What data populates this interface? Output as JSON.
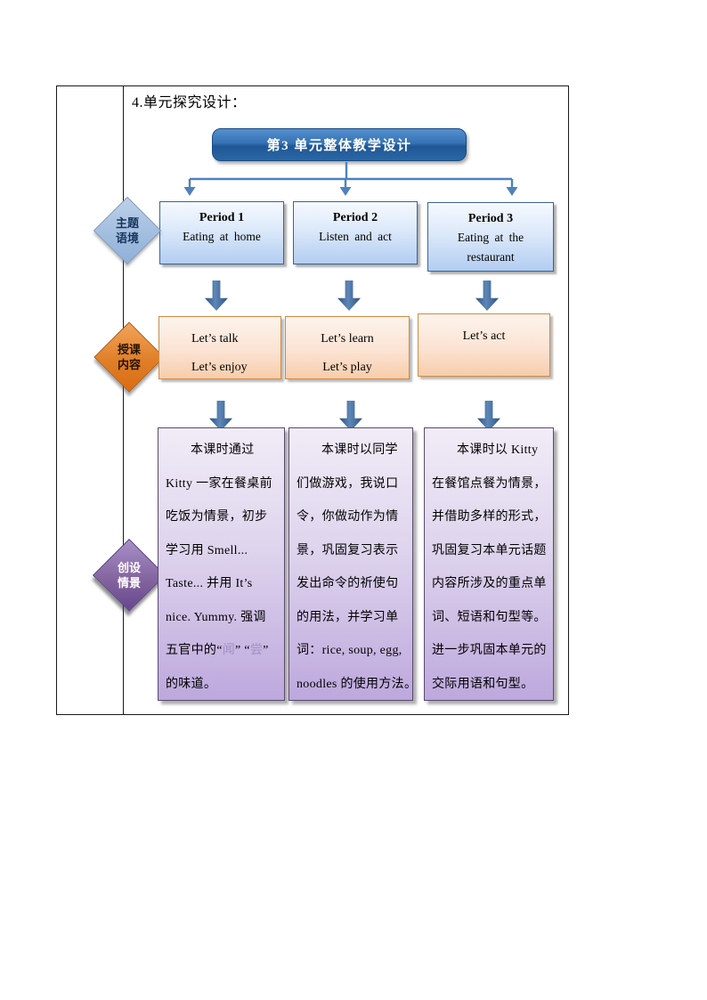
{
  "page": {
    "heading": "4.单元探究设计："
  },
  "flowchart": {
    "title": "第3 单元整体教学设计",
    "stages": [
      {
        "line1": "主题",
        "line2": "语境"
      },
      {
        "line1": "授课",
        "line2": "内容"
      },
      {
        "line1": "创设",
        "line2": "情景"
      }
    ],
    "periods": [
      {
        "title": "Period 1",
        "line1": "Eating at home"
      },
      {
        "title": "Period 2",
        "line1": "Listen and act"
      },
      {
        "title": "Period 3",
        "line1": "Eating at the",
        "line2": "restaurant"
      }
    ],
    "contents": [
      {
        "line1": "Let’s talk",
        "line2": "Let’s enjoy"
      },
      {
        "line1": "Let’s learn",
        "line2": "Let’s play"
      },
      {
        "line1": "Let’s act"
      }
    ],
    "descriptions": [
      {
        "lines": [
          "本课时通过",
          "Kitty 一家在餐桌前",
          "吃饭为情景，初步",
          "学习用 Smell...",
          "Taste... 并用 It’s",
          "nice. Yummy.  强调"
        ],
        "quoted_line": {
          "prefix": "五官中的“",
          "word1": "闻",
          "mid": "” “",
          "word2": "尝",
          "suffix": "”"
        },
        "last_line": "的味道。"
      },
      {
        "lines": [
          "本课时以同学",
          "们做游戏，我说口",
          "令，你做动作为情",
          "景，巩固复习表示",
          "发出命令的祈使句",
          "的用法，并学习单",
          "词：rice, soup, egg,",
          "noodles 的使用方法。"
        ]
      },
      {
        "lines": [
          "本课时以 Kitty",
          "在餐馆点餐为情景，",
          "并借助多样的形式，",
          "巩固复习本单元话题",
          "内容所涉及的重点单",
          "词、短语和句型等。",
          "进一步巩固本单元的",
          "交际用语和句型。"
        ]
      }
    ],
    "colors": {
      "title_bg_top": "#5590cf",
      "title_bg_bottom": "#1f5795",
      "connector_blue": "#4f81bd",
      "period_box_fill": "#dce9fa",
      "period_box_border": "#3b6395",
      "stage_blue": "#a3bedf",
      "stage_orange": "#e07f28",
      "stage_purple": "#84659f",
      "block_arrow": "#2e5280",
      "content_box_fill": "#fbe3d3",
      "content_box_border": "#cf8a45",
      "description_box_fill": "#ded4ed",
      "description_box_border": "#5a4a70",
      "highlight_text": "#9d91c0"
    }
  }
}
